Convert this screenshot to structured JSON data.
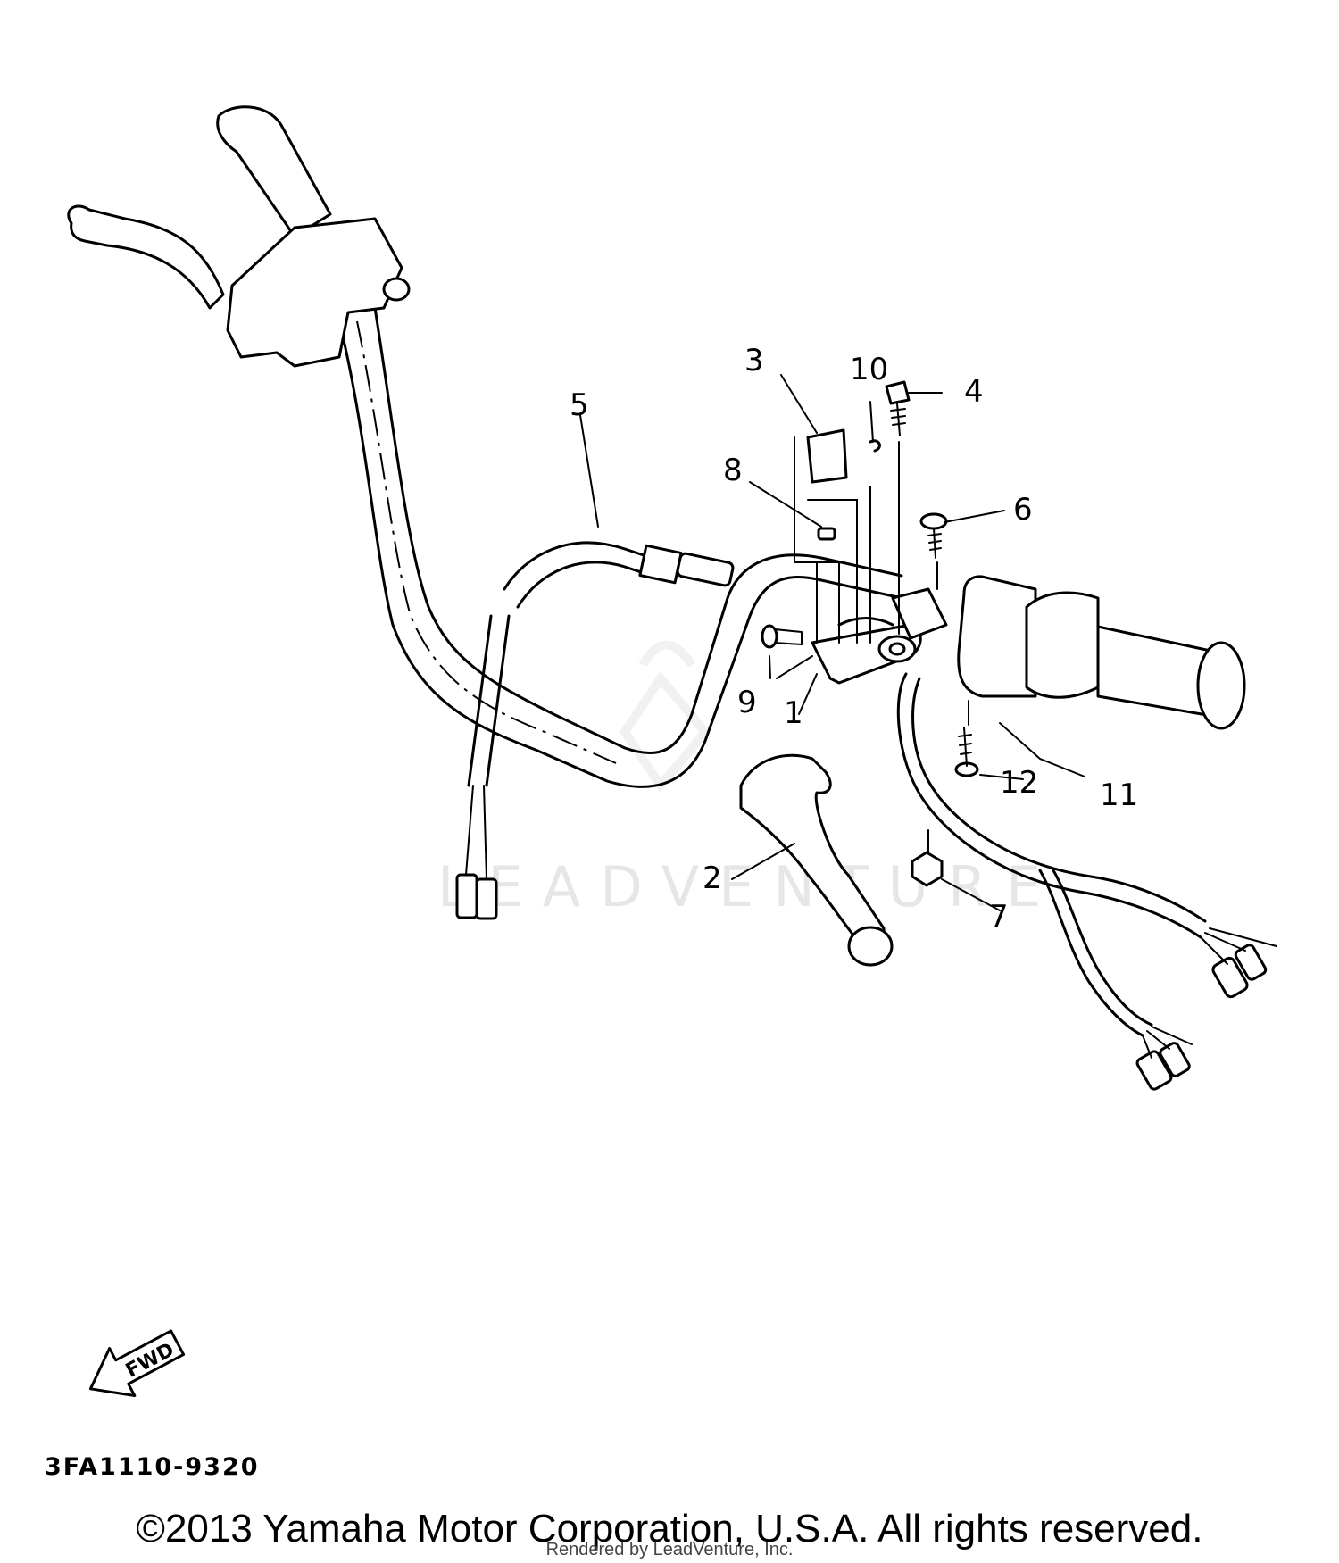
{
  "callouts": {
    "p1": "1",
    "p2": "2",
    "p3": "3",
    "p4": "4",
    "p5": "5",
    "p6": "6",
    "p7": "7",
    "p8": "8",
    "p9": "9",
    "p10": "10",
    "p11": "11",
    "p12": "12"
  },
  "fwd_label": "FWD",
  "watermark": "LEADVENTURE",
  "diagram_code": "3FA1110-9320",
  "copyright": "©2013 Yamaha Motor Corporation, U.S.A. All rights reserved.",
  "rendered_by": "Rendered by LeadVenture, Inc."
}
